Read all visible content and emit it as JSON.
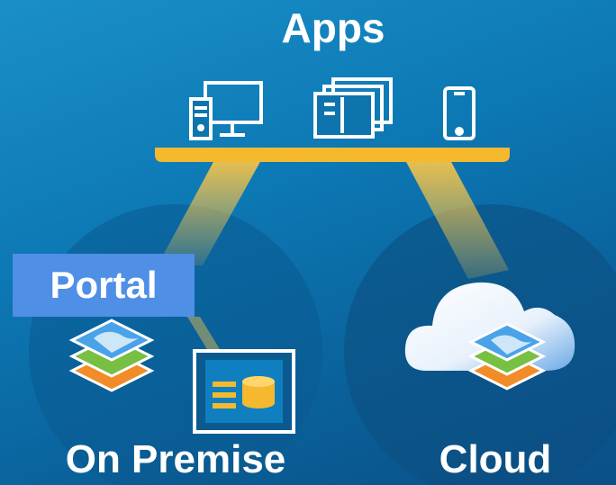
{
  "header": {
    "title": "Apps"
  },
  "apps": {
    "devices": [
      {
        "name": "desktop",
        "icon": "desktop-icon"
      },
      {
        "name": "tablet",
        "icon": "tablet-icon"
      },
      {
        "name": "phone",
        "icon": "phone-icon"
      }
    ]
  },
  "on_premise": {
    "label": "On Premise",
    "portal_label": "Portal",
    "icons": [
      "layers-map-icon",
      "server-database-icon"
    ]
  },
  "cloud": {
    "label": "Cloud",
    "icons": [
      "cloud-icon",
      "layers-map-icon"
    ]
  },
  "colors": {
    "accent": "#f4b92f",
    "portal": "#4f8fe6",
    "background": "#0c78b4"
  }
}
